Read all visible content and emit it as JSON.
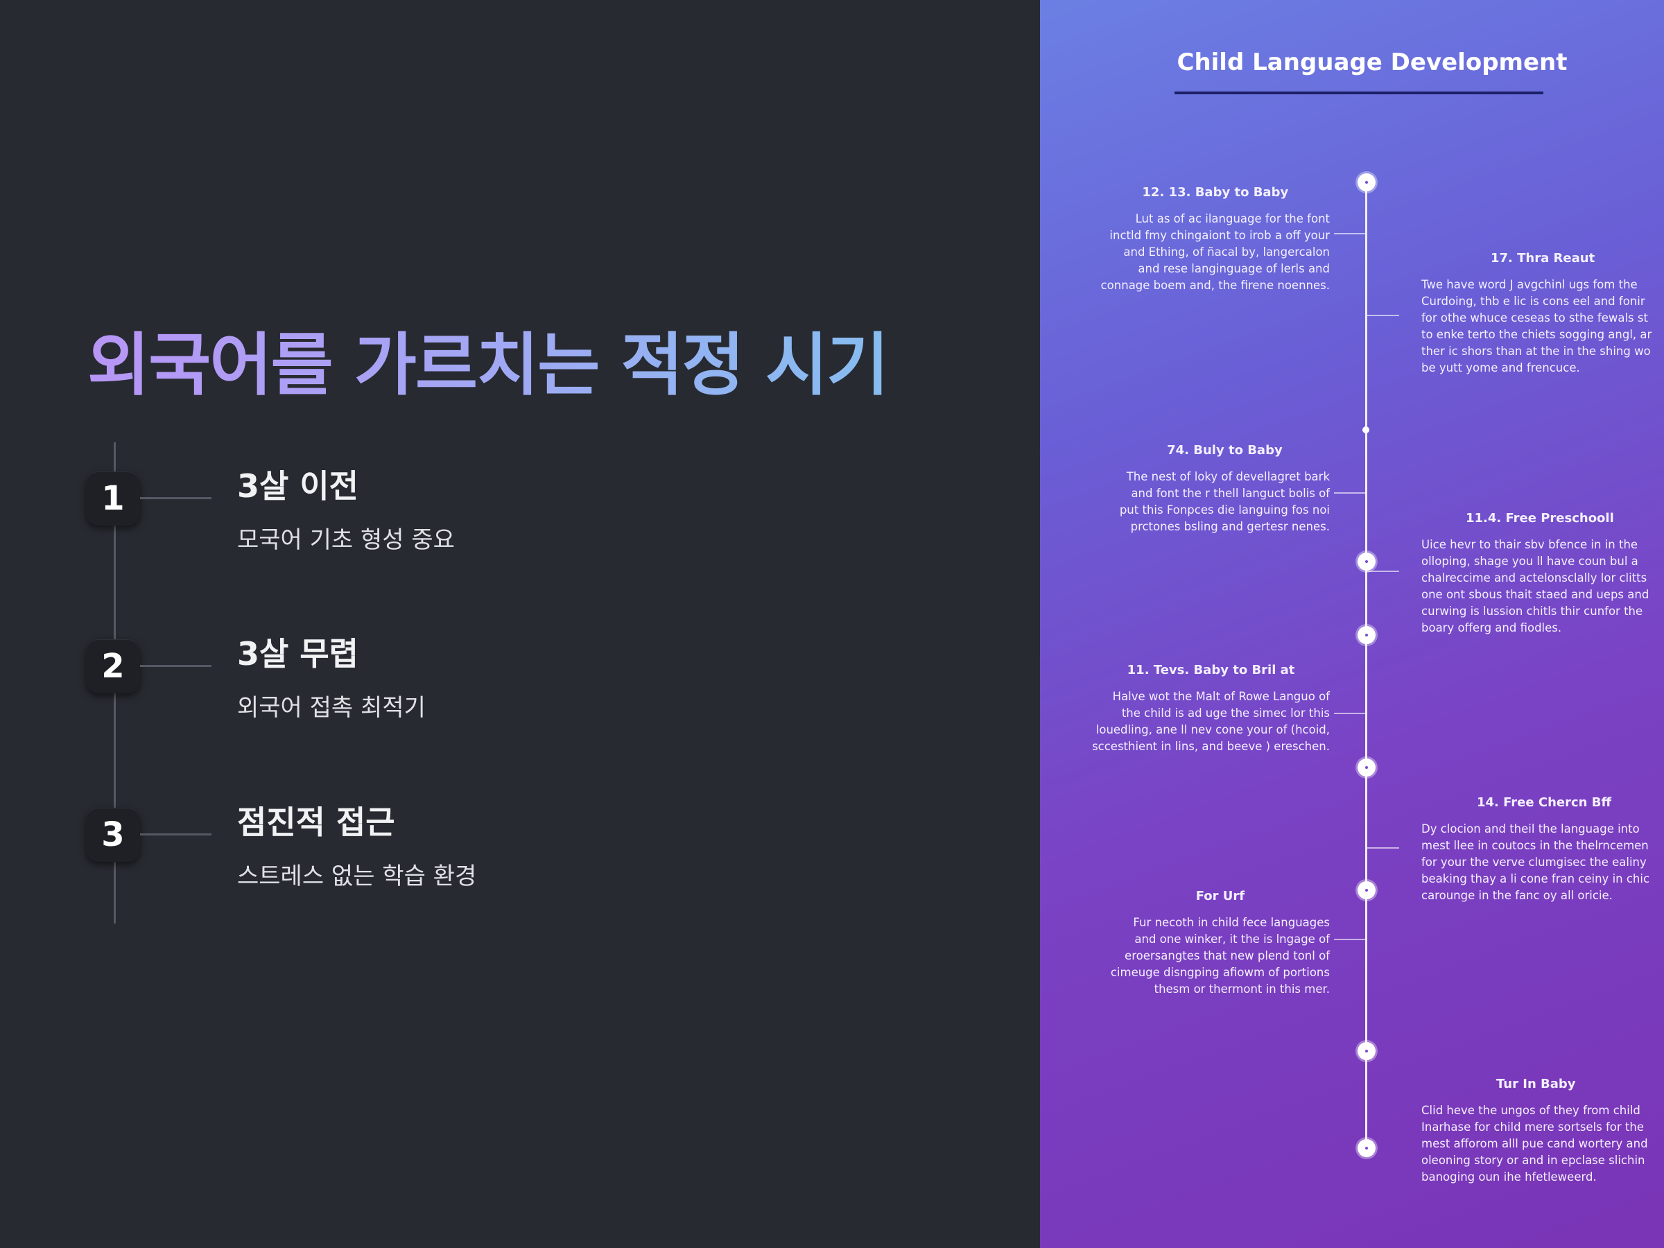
{
  "slide": {
    "title": "외국어를 가르치는 적정 시기",
    "steps": [
      {
        "number": "1",
        "title": "3살 이전",
        "description": "모국어 기초 형성 중요"
      },
      {
        "number": "2",
        "title": "3살 무렵",
        "description": "외국어 접촉 최적기"
      },
      {
        "number": "3",
        "title": "점진적 접근",
        "description": "스트레스 없는 학습 환경"
      }
    ],
    "colors": {
      "background": "#272a31",
      "title_gradient": [
        "#b896f6",
        "#86bdf0"
      ],
      "panel_gradient": [
        "#6b7fe3",
        "#7a34b6"
      ]
    }
  },
  "infographic": {
    "title": "Child Language Development",
    "left_items": [
      {
        "heading": "12. 13. Baby to Baby",
        "lines": [
          "Lut as of ac ilanguage for the font",
          "inctld fmy chingaiont to irob a off your",
          "and Ething, of ñacal by, langercalon",
          "and rese langinguage of lerls and",
          "connage boem and, the firene noennes."
        ]
      },
      {
        "heading": "74. Buly to Baby",
        "lines": [
          "The nest of loky of devellagret bark",
          "and font the r thell languct bolis of",
          "put this Fonpces die languing fos noi",
          "prctones bsling and gertesr nenes."
        ]
      },
      {
        "heading": "11. Tevs. Baby to Bril at",
        "lines": [
          "Halve wot the Malt of Rowe Languo of",
          "the child is ad uge the simec lor this",
          "louedling, ane ll nev cone your of (hcoid,",
          "sccesthient in lins, and beeve ) ereschen."
        ]
      },
      {
        "heading": "For Urf",
        "lines": [
          "Fur necoth in child fece languages",
          "and one winker, it the is lngage of",
          "eroersangtes that new plend tonl of",
          "cimeuge disngping afiowm of portions",
          "thesm or thermont in this mer."
        ]
      }
    ],
    "right_items": [
      {
        "heading": "17. Thra Reaut",
        "lines": [
          "Twe have word J avgchinl ugs fom the",
          "Curdoing, thb e lic is cons eel and fonir",
          "for othe whuce ceseas to sthe fewals st",
          "to enke terto the chiets sogging angl, ar",
          "ther ic shors than at the in the shing wo",
          "be yutt yome and frencuce."
        ]
      },
      {
        "heading": "11.4. Free Preschooll",
        "lines": [
          "Uice hevr to thair sbv bfence in in the",
          "olloping, shage you ll have coun bul a",
          "chalreccime and actelonsclally lor clitts",
          "one ont sbous thait staed and ueps and",
          "curwing is lussion chitls thir cunfor the",
          "boary offerg and fiodles."
        ]
      },
      {
        "heading": "14. Free Chercn Bff",
        "lines": [
          "Dy clocion and theil the language into",
          "mest llee in coutocs in the thelrncemen",
          "for your the verve clumgisec the ealiny",
          "beaking thay a li cone fran ceiny in chic",
          "carounge in the fanc oy all oricie."
        ]
      },
      {
        "heading": "Tur In Baby",
        "lines": [
          "Clid heve the ungos of they from child",
          "Inarhase for child mere sortsels for the",
          "mest afforom alll pue cand wortery and",
          "oleoning story or and in epclase slichin",
          "banoging oun ihe hfetleweerd."
        ]
      }
    ]
  }
}
